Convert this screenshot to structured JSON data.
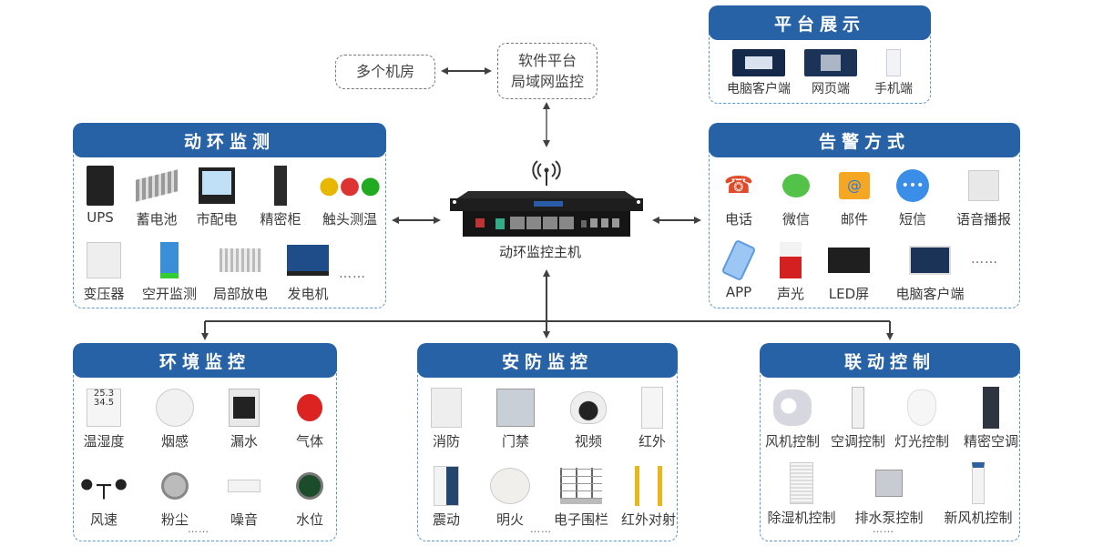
{
  "top": {
    "rooms_label": "多个机房",
    "software_line1": "软件平台",
    "software_line2": "局域网监控"
  },
  "center": {
    "host_label": "动环监控主机",
    "antenna_icon": "wireless-signal-icon",
    "device_icon": "rack-server-icon"
  },
  "platform": {
    "title": "平台展示",
    "items": [
      {
        "label": "电脑客户端",
        "icon": "desktop-dashboard-icon"
      },
      {
        "label": "网页端",
        "icon": "web-dashboard-icon"
      },
      {
        "label": "手机端",
        "icon": "mobile-app-icon"
      }
    ]
  },
  "dynamic": {
    "title": "动环监测",
    "row1": [
      {
        "label": "UPS",
        "icon": "ups-icon"
      },
      {
        "label": "蓄电池",
        "icon": "battery-icon"
      },
      {
        "label": "市配电",
        "icon": "power-meter-icon"
      },
      {
        "label": "精密柜",
        "icon": "precision-cabinet-icon"
      },
      {
        "label": "触头测温",
        "icon": "contact-temp-icon"
      }
    ],
    "row2": [
      {
        "label": "变压器",
        "icon": "transformer-icon"
      },
      {
        "label": "空开监测",
        "icon": "breaker-icon"
      },
      {
        "label": "局部放电",
        "icon": "partial-discharge-icon"
      },
      {
        "label": "发电机",
        "icon": "generator-icon"
      }
    ],
    "more": "……"
  },
  "alarm": {
    "title": "告警方式",
    "row1": [
      {
        "label": "电话",
        "icon": "phone-icon"
      },
      {
        "label": "微信",
        "icon": "wechat-icon"
      },
      {
        "label": "邮件",
        "icon": "email-icon"
      },
      {
        "label": "短信",
        "icon": "sms-icon"
      },
      {
        "label": "语音播报",
        "icon": "speaker-icon"
      }
    ],
    "row2": [
      {
        "label": "APP",
        "icon": "app-phone-icon"
      },
      {
        "label": "声光",
        "icon": "siren-icon"
      },
      {
        "label": "LED屏",
        "icon": "led-screen-icon"
      },
      {
        "label": "电脑客户端",
        "icon": "desktop-monitor-icon"
      }
    ],
    "more": "……"
  },
  "environment": {
    "title": "环境监控",
    "row1": [
      {
        "label": "温湿度",
        "icon": "thermo-hygrometer-icon"
      },
      {
        "label": "烟感",
        "icon": "smoke-detector-icon"
      },
      {
        "label": "漏水",
        "icon": "water-leak-icon"
      },
      {
        "label": "气体",
        "icon": "gas-detector-icon"
      }
    ],
    "row2": [
      {
        "label": "风速",
        "icon": "anemometer-icon"
      },
      {
        "label": "粉尘",
        "icon": "dust-sensor-icon"
      },
      {
        "label": "噪音",
        "icon": "noise-sensor-icon"
      },
      {
        "label": "水位",
        "icon": "water-level-icon"
      }
    ],
    "more": "……"
  },
  "security": {
    "title": "安防监控",
    "row1": [
      {
        "label": "消防",
        "icon": "fire-panel-icon"
      },
      {
        "label": "门禁",
        "icon": "access-keypad-icon"
      },
      {
        "label": "视频",
        "icon": "camera-icon"
      },
      {
        "label": "红外",
        "icon": "pir-sensor-icon"
      }
    ],
    "row2": [
      {
        "label": "震动",
        "icon": "vibration-sensor-icon"
      },
      {
        "label": "明火",
        "icon": "flame-detector-icon"
      },
      {
        "label": "电子围栏",
        "icon": "electric-fence-icon"
      },
      {
        "label": "红外对射",
        "icon": "infrared-beam-icon"
      }
    ],
    "more": "……"
  },
  "linkage": {
    "title": "联动控制",
    "row1": [
      {
        "label": "风机控制",
        "icon": "fan-blower-icon"
      },
      {
        "label": "空调控制",
        "icon": "air-conditioner-icon"
      },
      {
        "label": "灯光控制",
        "icon": "light-bulb-icon"
      },
      {
        "label": "精密空调",
        "icon": "precision-ac-icon"
      }
    ],
    "row2": [
      {
        "label": "除湿机控制",
        "icon": "dehumidifier-icon"
      },
      {
        "label": "排水泵控制",
        "icon": "drain-pump-icon"
      },
      {
        "label": "新风机控制",
        "icon": "fresh-air-icon"
      }
    ],
    "more": "……"
  },
  "colors": {
    "header_blue": "#2762a6",
    "frame_dash": "#5b97cf",
    "connector": "#404040"
  }
}
